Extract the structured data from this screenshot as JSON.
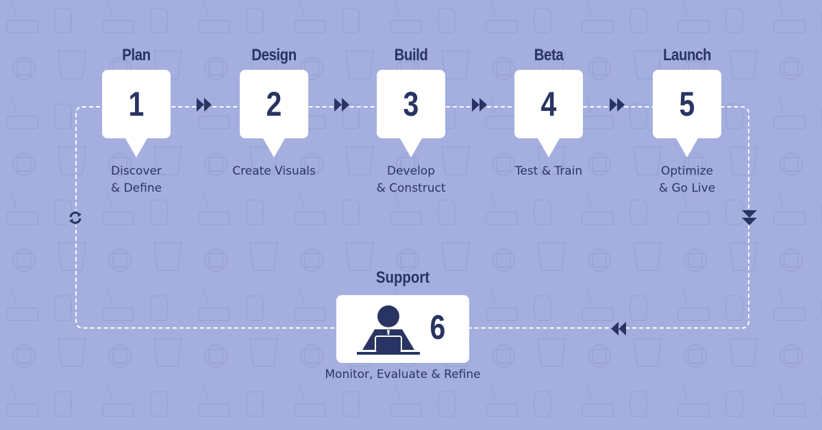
{
  "colors": {
    "background": "#a5afdf",
    "text": "#293462",
    "card": "#ffffff",
    "connector": "#ffffff"
  },
  "steps": [
    {
      "number": "1",
      "title": "Plan",
      "description_line1": "Discover",
      "description_line2": "& Define"
    },
    {
      "number": "2",
      "title": "Design",
      "description_line1": "Create Visuals",
      "description_line2": ""
    },
    {
      "number": "3",
      "title": "Build",
      "description_line1": "Develop",
      "description_line2": "& Construct"
    },
    {
      "number": "4",
      "title": "Beta",
      "description_line1": "Test & Train",
      "description_line2": ""
    },
    {
      "number": "5",
      "title": "Launch",
      "description_line1": "Optimize",
      "description_line2": "& Go Live"
    }
  ],
  "support": {
    "number": "6",
    "title": "Support",
    "description": "Monitor, Evaluate & Refine",
    "icon": "person-at-laptop-icon"
  },
  "connector_icons": {
    "forward": "double-chevron-right-icon",
    "down": "double-chevron-down-icon",
    "back": "double-chevron-left-icon",
    "cycle": "refresh-icon"
  }
}
